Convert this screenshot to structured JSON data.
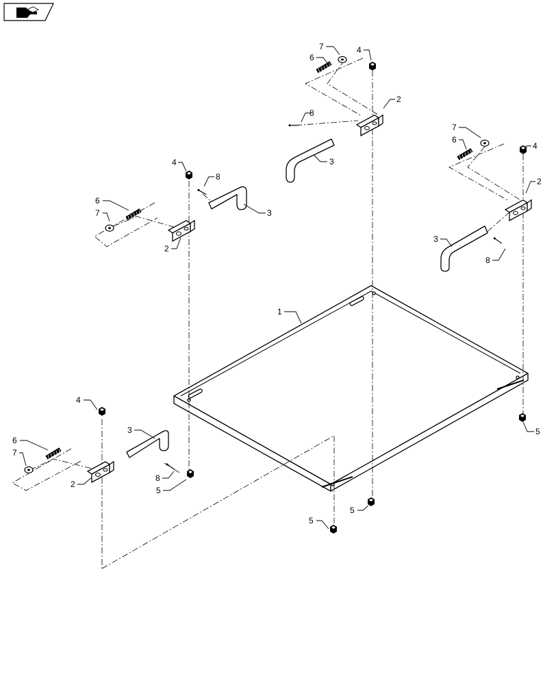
{
  "diagram": {
    "icon": "book-hand-icon",
    "callouts": {
      "c1": "1",
      "c2a": "2",
      "c2b": "2",
      "c2c": "2",
      "c2d": "2",
      "c3a": "3",
      "c3b": "3",
      "c3c": "3",
      "c3d": "3",
      "c4a": "4",
      "c4b": "4",
      "c4c": "4",
      "c4d": "4",
      "c5a": "5",
      "c5b": "5",
      "c5c": "5",
      "c5d": "5",
      "c6a": "6",
      "c6b": "6",
      "c6c": "6",
      "c6d": "6",
      "c7a": "7",
      "c7b": "7",
      "c7c": "7",
      "c7d": "7",
      "c8a": "8",
      "c8b": "8",
      "c8c": "8",
      "c8d": "8"
    }
  }
}
